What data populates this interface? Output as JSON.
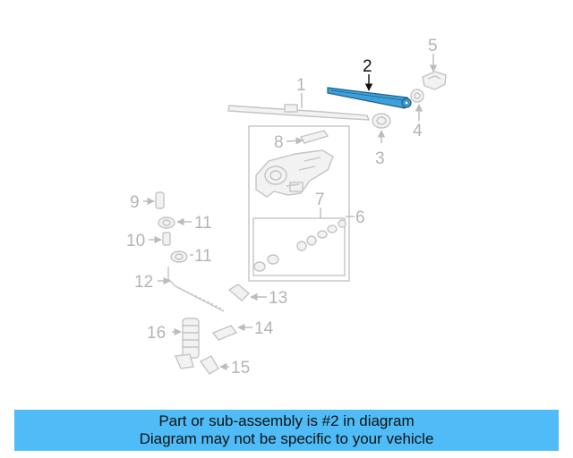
{
  "callouts": {
    "c1": "1",
    "c2": "2",
    "c3": "3",
    "c4": "4",
    "c5": "5",
    "c6": "6",
    "c7": "7",
    "c8": "8",
    "c9": "9",
    "c10": "10",
    "c11a": "11",
    "c11b": "11",
    "c12": "12",
    "c13": "13",
    "c14": "14",
    "c15": "15",
    "c16": "16"
  },
  "highlight_color": "#3ca0da",
  "caption": {
    "line1": "Part or sub-assembly is #2 in diagram",
    "line2": "Diagram may not be specific to your vehicle",
    "background": "#4fbcf7"
  }
}
